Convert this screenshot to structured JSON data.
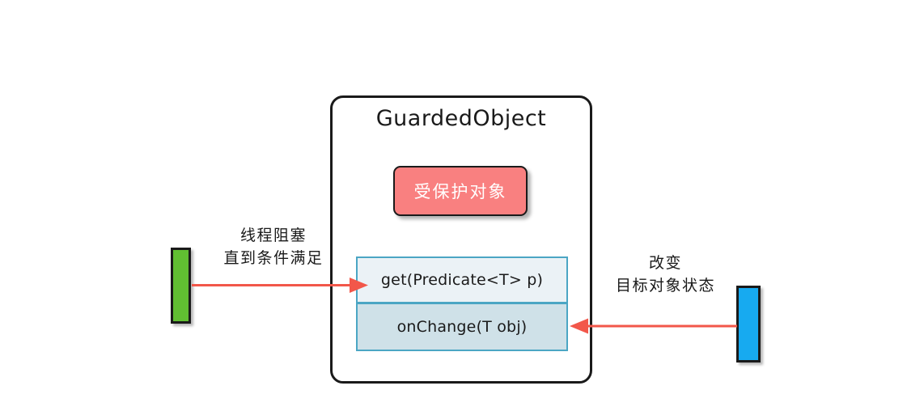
{
  "diagram": {
    "title": "GuardedObject",
    "container": {
      "label": "GuardedObject",
      "border_color": "#1a1a1a",
      "background": "#ffffff"
    },
    "protected_object": {
      "label": "受保护对象",
      "fill_color": "#F98080",
      "text_color": "#ffffff",
      "border_color": "#1a1a1a"
    },
    "methods": {
      "border_color": "#4BA6C4",
      "rows": [
        {
          "label": "get(Predicate<T> p)",
          "fill_color": "#EBF2F6"
        },
        {
          "label": "onChange(T obj)",
          "fill_color": "#CFE1E8"
        }
      ]
    },
    "actors": [
      {
        "name": "waiting-thread",
        "color": "#61BF32",
        "shape": "vertical-bar"
      },
      {
        "name": "notifying-thread",
        "color": "#17AAF0",
        "shape": "vertical-bar"
      }
    ],
    "annotations": [
      {
        "name": "left-annotation",
        "lines": [
          "线程阻塞",
          "直到条件满足"
        ],
        "line1": "线程阻塞",
        "line2": "直到条件满足"
      },
      {
        "name": "right-annotation",
        "lines": [
          "改变",
          "目标对象状态"
        ],
        "line1": "改变",
        "line2": "目标对象状态"
      }
    ],
    "arrows": [
      {
        "name": "get-call-arrow",
        "from": "waiting-thread",
        "to": "get(Predicate<T> p)",
        "direction": "right",
        "color": "#F2574A"
      },
      {
        "name": "onchange-call-arrow",
        "from": "notifying-thread",
        "to": "onChange(T obj)",
        "direction": "left",
        "color": "#F2574A"
      }
    ],
    "colors": {
      "arrow": "#F2574A",
      "green_bar": "#61BF32",
      "blue_bar": "#17AAF0",
      "salmon": "#F98080",
      "table_border": "#4BA6C4",
      "outline": "#1a1a1a"
    }
  }
}
